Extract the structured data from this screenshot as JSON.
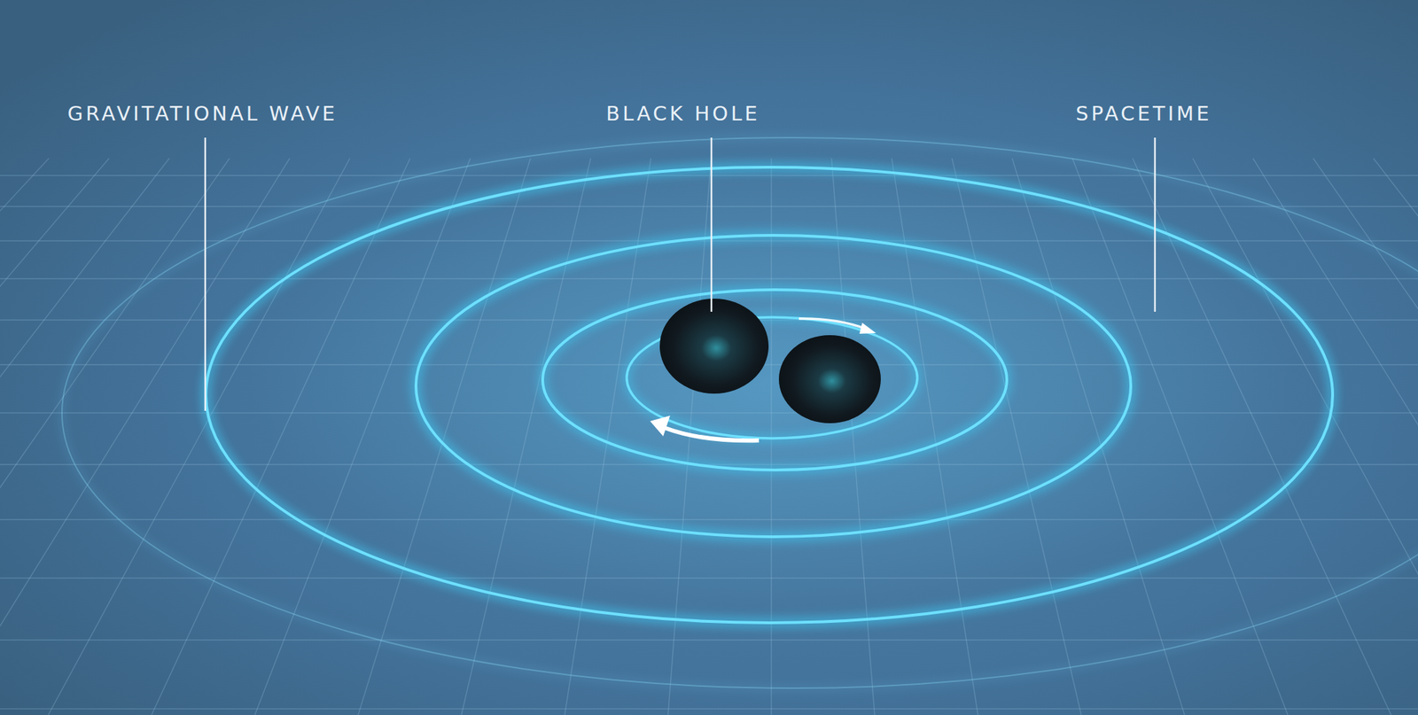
{
  "diagram": {
    "labels": [
      "GRAVITATIONAL WAVE",
      "BLACK HOLE",
      "SPACETIME"
    ]
  }
}
